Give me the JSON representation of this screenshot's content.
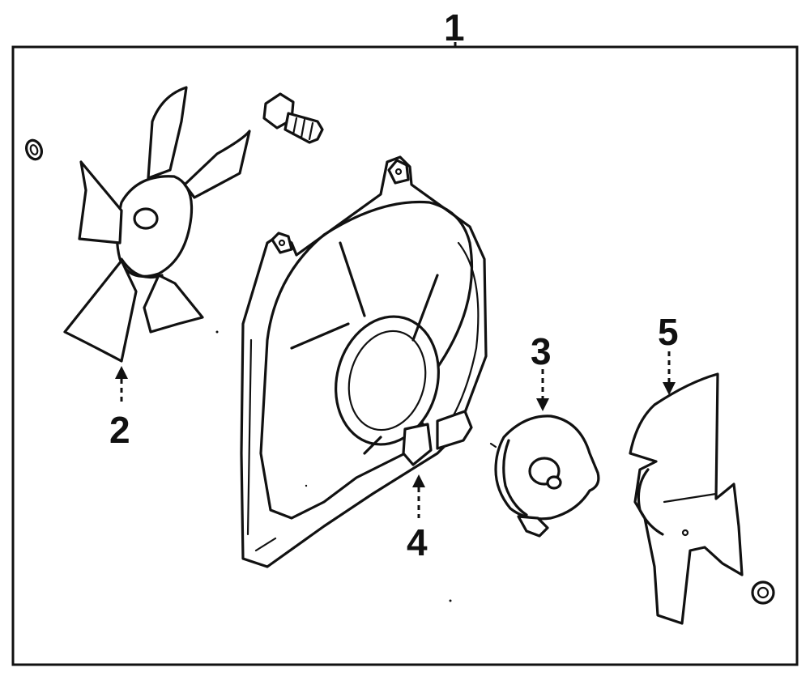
{
  "callouts": {
    "assembly": "1",
    "fan_blade": "2",
    "fan_motor": "3",
    "shroud": "4",
    "fan_blade_alt": "5"
  },
  "colors": {
    "ink": "#111111",
    "background": "#ffffff"
  }
}
